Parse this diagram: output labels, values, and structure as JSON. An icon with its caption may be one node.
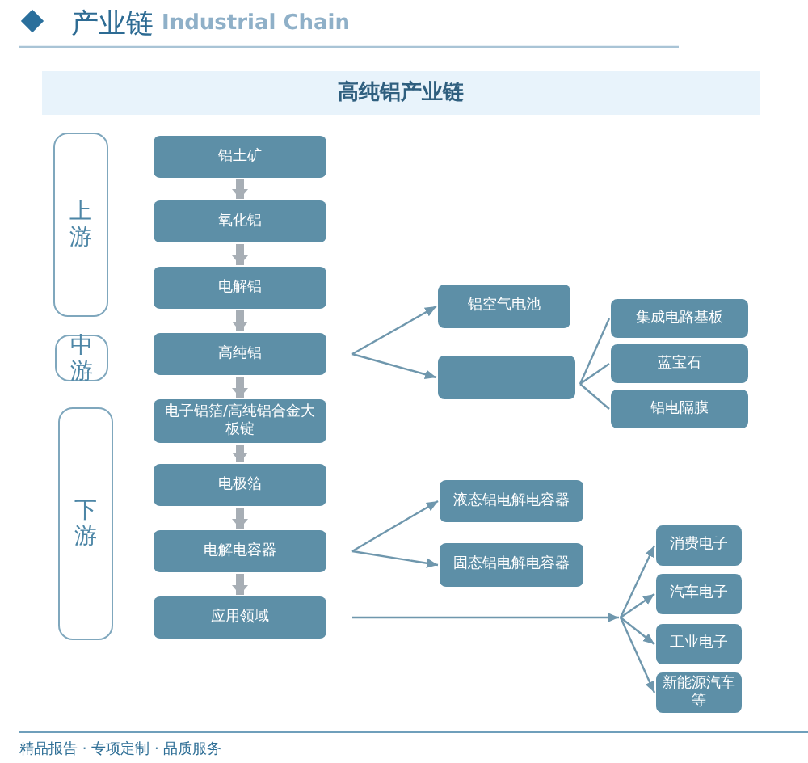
{
  "diagram": {
    "title": "高纯铝产业链",
    "nodes": [
      {
        "text": [
          "上游"
        ]
      },
      {
        "text": [
          "中游"
        ]
      },
      {
        "text": [
          "下游"
        ]
      },
      {
        "text": [
          "铝土矿"
        ]
      },
      {
        "text": [
          "氧化铝"
        ]
      },
      {
        "text": [
          "电解铝"
        ]
      },
      {
        "text": [
          "高纯铝"
        ]
      },
      {
        "text": [
          "电子铝箔/高纯铝合金大板锭"
        ]
      },
      {
        "text": [
          "电极箔"
        ]
      },
      {
        "text": [
          "电解电容器"
        ]
      },
      {
        "text": [
          "应用领域"
        ]
      },
      {
        "text": [
          "铝空气电池"
        ]
      },
      {
        "text": [],
        "shape": "box"
      },
      {
        "text": [
          "集成电路基板"
        ]
      },
      {
        "text": [
          "蓝宝石"
        ]
      },
      {
        "text": [
          "铝电隔膜"
        ]
      },
      {
        "text": [
          "液态铝电解电容器"
        ]
      },
      {
        "text": [
          "固态铝电解电容器"
        ]
      },
      {
        "text": [
          "消费电子"
        ]
      },
      {
        "text": [
          "汽车电子"
        ]
      },
      {
        "text": [
          "工业电子"
        ]
      },
      {
        "text": [
          "新能源汽车等"
        ]
      }
    ],
    "edges": [
      {
        "from": 3,
        "to": 4,
        "arrow": "to",
        "style": "thick",
        "color": "#a7aeb5"
      },
      {
        "from": 4,
        "to": 5,
        "arrow": "to",
        "style": "thick",
        "color": "#a7aeb5"
      },
      {
        "from": 5,
        "to": 6,
        "arrow": "to",
        "style": "thick",
        "color": "#a7aeb5"
      },
      {
        "from": 6,
        "to": 7,
        "arrow": "to",
        "style": "thick",
        "color": "#a7aeb5"
      },
      {
        "from": 7,
        "to": 8,
        "arrow": "to",
        "style": "thick",
        "color": "#a7aeb5"
      },
      {
        "from": 8,
        "to": 9,
        "arrow": "to",
        "style": "thick",
        "color": "#a7aeb5"
      },
      {
        "from": 9,
        "to": 10,
        "arrow": "to",
        "style": "thick",
        "color": "#a7aeb5"
      },
      {
        "from": 6,
        "to": 11,
        "arrow": "to"
      },
      {
        "from": 6,
        "to": 12,
        "arrow": "to"
      },
      {
        "from": 12,
        "to": 13,
        "arrow": "none"
      },
      {
        "from": 12,
        "to": 14,
        "arrow": "none"
      },
      {
        "from": 12,
        "to": 15,
        "arrow": "none"
      },
      {
        "from": 9,
        "to": 16,
        "arrow": "to"
      },
      {
        "from": 9,
        "to": 17,
        "arrow": "to"
      },
      {
        "from": 10,
        "to": 18,
        "arrow": "to"
      },
      {
        "from": 10,
        "to": 19,
        "arrow": "to"
      },
      {
        "from": 10,
        "to": 20,
        "arrow": "to"
      },
      {
        "from": 10,
        "to": 21,
        "arrow": "to"
      }
    ],
    "labels": [
      "产业链",
      "Industrial Chain",
      "精品报告 · 专项定制 · 品质服务"
    ]
  }
}
